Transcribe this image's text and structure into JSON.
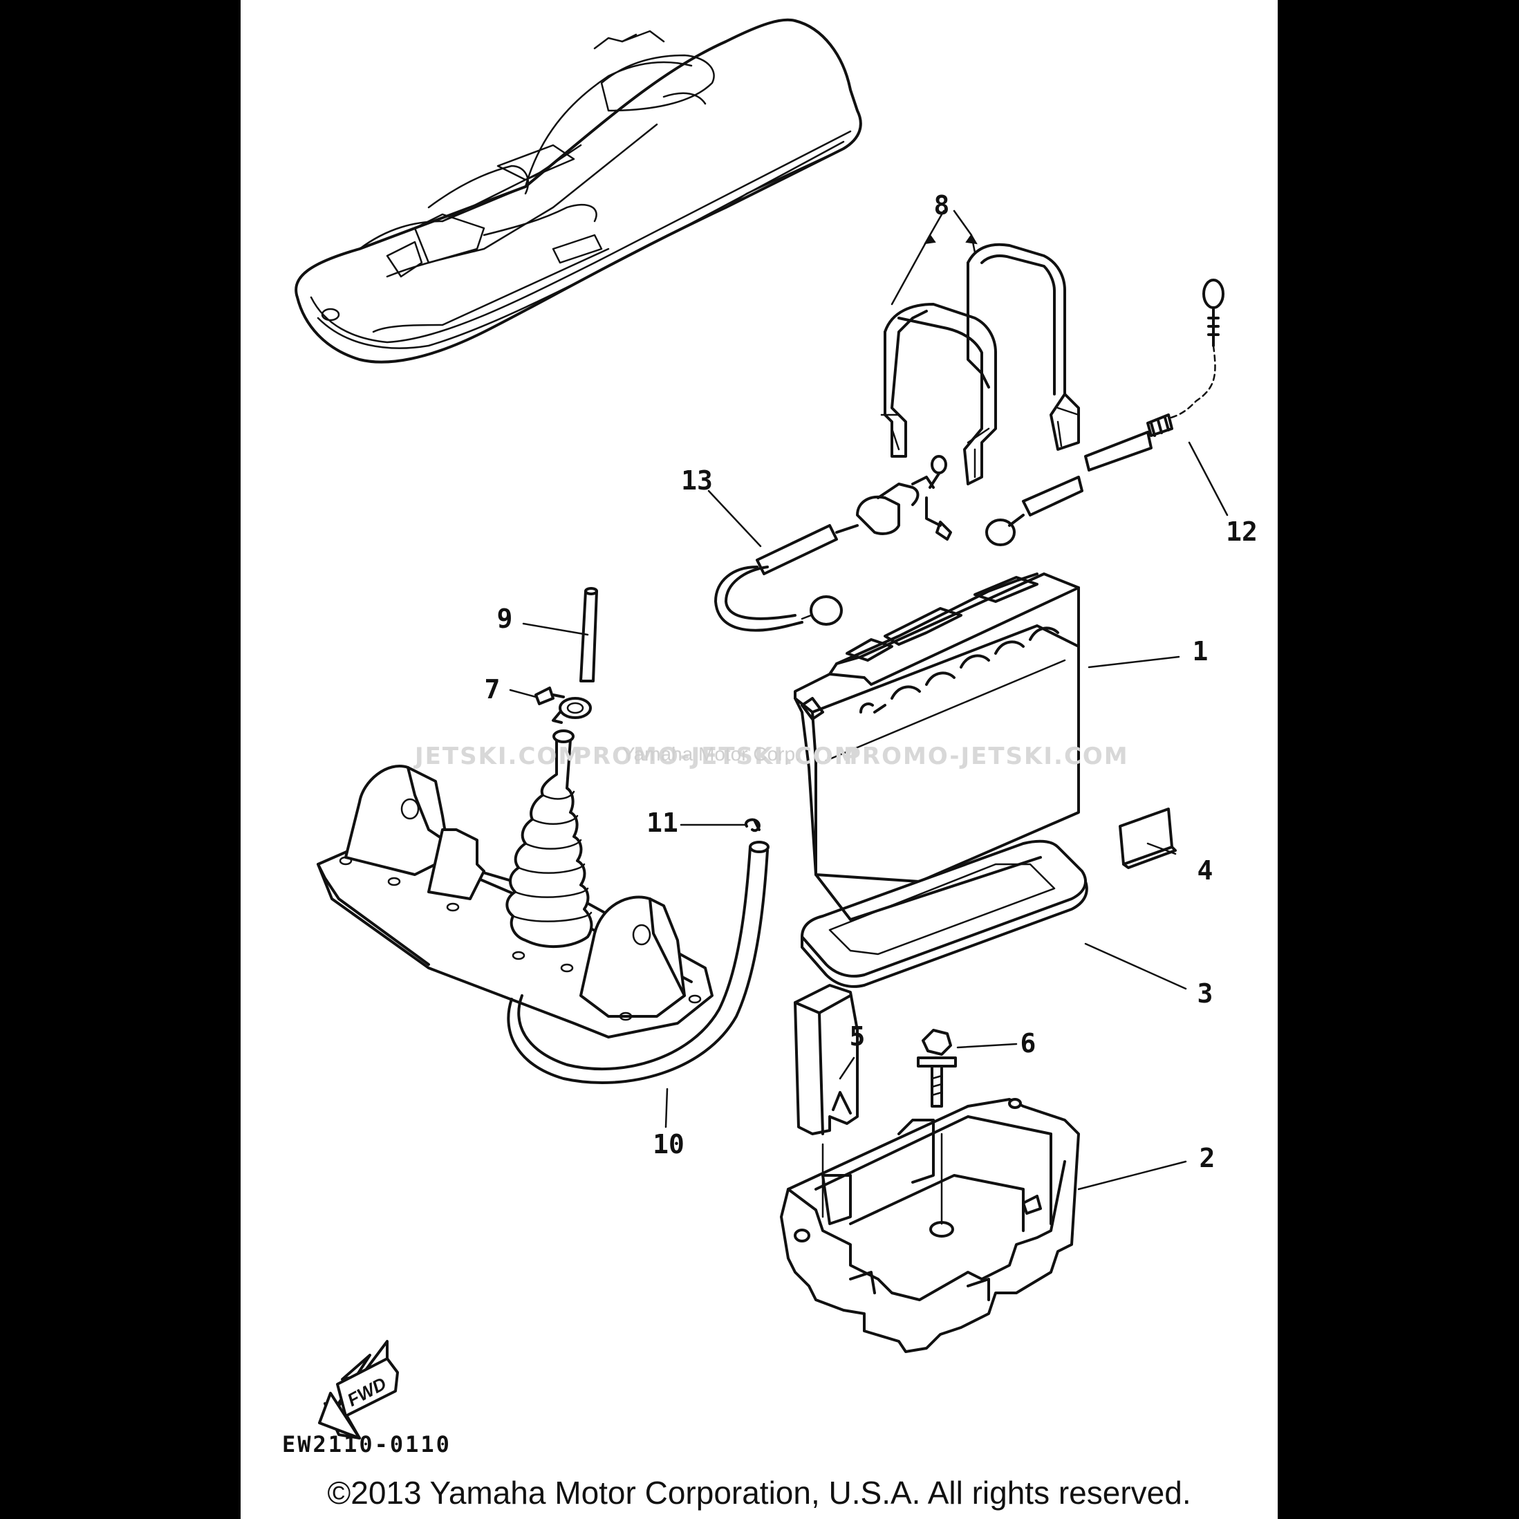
{
  "callouts": {
    "c1": "1",
    "c2": "2",
    "c3": "3",
    "c4": "4",
    "c5": "5",
    "c6": "6",
    "c7": "7",
    "c8": "8",
    "c9": "9",
    "c10": "10",
    "c11": "11",
    "c12": "12",
    "c13": "13"
  },
  "direction_label": "FWD",
  "diagram_code": "EW2110-0110",
  "watermark": {
    "left": "JETSKI.COM",
    "center": "Yamaha Motor Corp.",
    "mid": "PROMO-JETSKI.COM",
    "right": "PROMO-JETSKI.COM"
  },
  "copyright": "©2013 Yamaha Motor Corporation, U.S.A. All rights reserved."
}
